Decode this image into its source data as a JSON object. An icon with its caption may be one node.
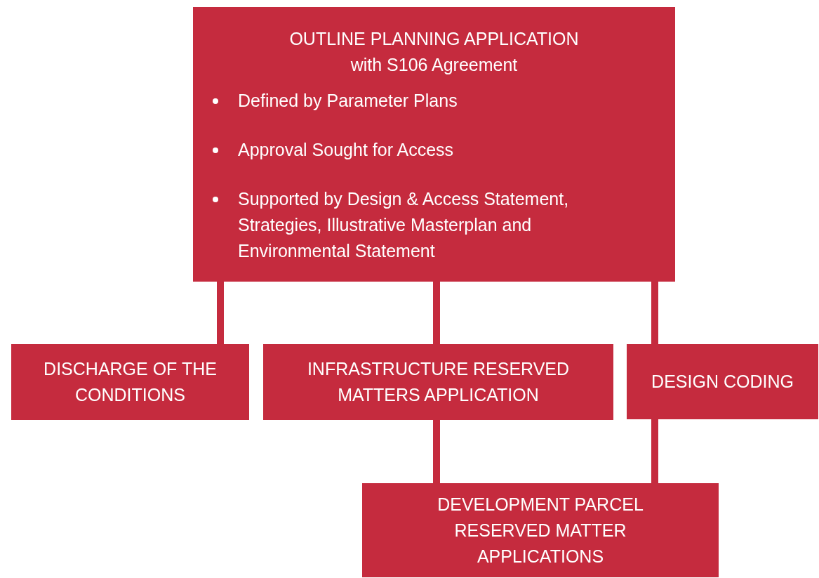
{
  "diagram": {
    "nodes": [
      {
        "text": [
          "OUTLINE PLANNING APPLICATION with S106 Agreement",
          "Defined by Parameter Plans",
          "Approval Sought for Access",
          "Supported by Design & Access Statement, Strategies, Illustrative Masterplan and Environmental Statement"
        ]
      },
      {
        "text": [
          "DISCHARGE OF THE CONDITIONS"
        ]
      },
      {
        "text": [
          "INFRASTRUCTURE RESERVED MATTERS APPLICATION"
        ]
      },
      {
        "text": [
          "DESIGN CODING"
        ]
      },
      {
        "text": [
          "DEVELOPMENT PARCEL RESERVED MATTER APPLICATIONS"
        ]
      }
    ],
    "edges": [
      {
        "from": 0,
        "to": 1,
        "arrow": "none"
      },
      {
        "from": 0,
        "to": 2,
        "arrow": "none"
      },
      {
        "from": 0,
        "to": 3,
        "arrow": "none"
      },
      {
        "from": 2,
        "to": 4,
        "arrow": "none"
      },
      {
        "from": 3,
        "to": 4,
        "arrow": "none"
      }
    ]
  }
}
